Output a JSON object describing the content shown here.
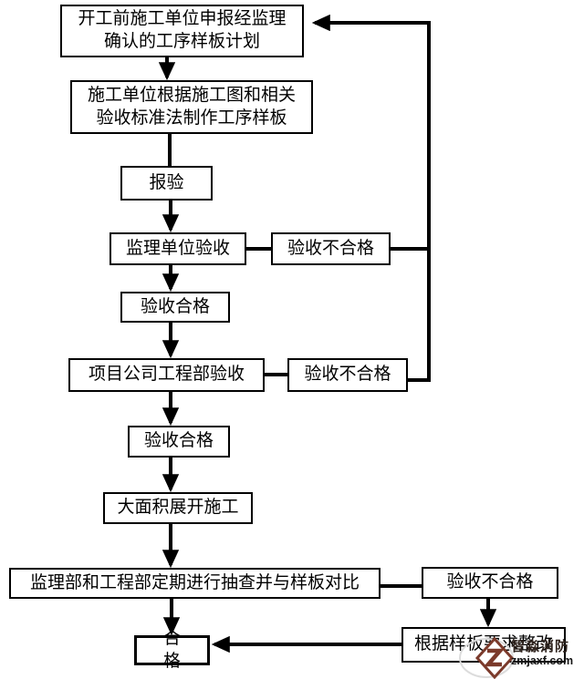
{
  "diagram": {
    "type": "flowchart",
    "background_color": "#ffffff",
    "line_color": "#000000",
    "box_fill": "#ffffff",
    "nodes": {
      "plan": {
        "label": "开工前施工单位申报经监理\n确认的工序样板计划"
      },
      "make_sample": {
        "label": "施工单位根据施工图和相关\n验收标准法制作工序样板"
      },
      "submit": {
        "label": "报验"
      },
      "supervisor_accept": {
        "label": "监理单位验收"
      },
      "fail1": {
        "label": "验收不合格"
      },
      "pass1": {
        "label": "验收合格"
      },
      "company_accept": {
        "label": "项目公司工程部验收"
      },
      "fail2": {
        "label": "验收不合格"
      },
      "pass2": {
        "label": "验收合格"
      },
      "full_construction": {
        "label": "大面积展开施工"
      },
      "spot_check": {
        "label": "监理部和工程部定期进行抽查并与样板对比"
      },
      "fail3": {
        "label": "验收不合格"
      },
      "pass_final": {
        "label": "合　　格"
      },
      "rectify": {
        "label": "根据样板要求整改"
      }
    },
    "edges": [
      {
        "from": "plan",
        "to": "make_sample",
        "arrow": true
      },
      {
        "from": "make_sample",
        "to": "submit",
        "arrow": false
      },
      {
        "from": "submit",
        "to": "supervisor_accept",
        "arrow": true
      },
      {
        "from": "supervisor_accept",
        "to": "fail1",
        "arrow": false
      },
      {
        "from": "fail1",
        "to": "plan",
        "arrow": true
      },
      {
        "from": "supervisor_accept",
        "to": "pass1",
        "arrow": true
      },
      {
        "from": "pass1",
        "to": "company_accept",
        "arrow": true
      },
      {
        "from": "company_accept",
        "to": "fail2",
        "arrow": false
      },
      {
        "from": "fail2",
        "to": "plan",
        "arrow": true
      },
      {
        "from": "company_accept",
        "to": "pass2",
        "arrow": true
      },
      {
        "from": "pass2",
        "to": "full_construction",
        "arrow": true
      },
      {
        "from": "full_construction",
        "to": "spot_check",
        "arrow": true
      },
      {
        "from": "spot_check",
        "to": "fail3",
        "arrow": false
      },
      {
        "from": "spot_check",
        "to": "pass_final",
        "arrow": true
      },
      {
        "from": "fail3",
        "to": "rectify",
        "arrow": true
      },
      {
        "from": "rectify",
        "to": "pass_final",
        "arrow": true
      }
    ]
  },
  "watermark": {
    "brand": "智淼消防",
    "site": "zmjaxf.com",
    "logo_color": "#7b3a2b"
  }
}
